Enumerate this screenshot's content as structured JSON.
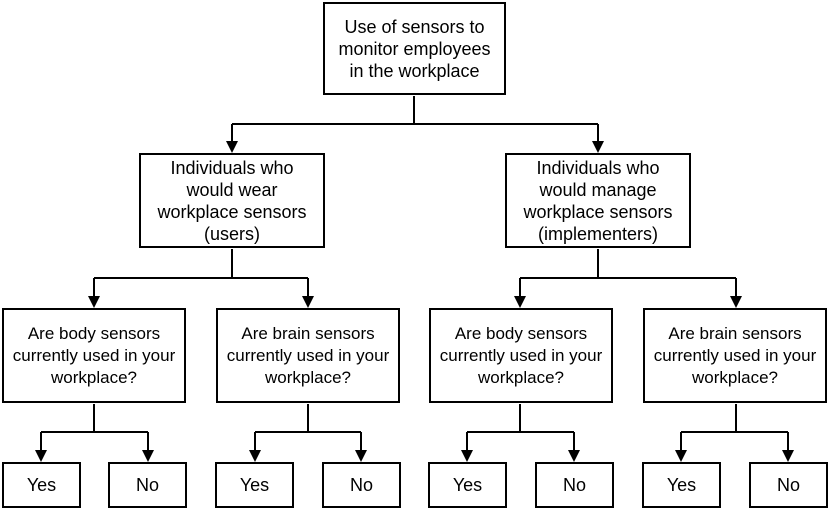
{
  "root": {
    "label": "Use of sensors to monitor employees in the workplace"
  },
  "groups": [
    {
      "label": "Individuals who would wear workplace sensors (users)",
      "questions": [
        {
          "label": "Are body sensors currently used in your workplace?",
          "answers": [
            "Yes",
            "No"
          ]
        },
        {
          "label": "Are brain sensors currently used in your workplace?",
          "answers": [
            "Yes",
            "No"
          ]
        }
      ]
    },
    {
      "label": "Individuals who would manage workplace sensors (implementers)",
      "questions": [
        {
          "label": "Are body sensors currently used in your workplace?",
          "answers": [
            "Yes",
            "No"
          ]
        },
        {
          "label": "Are brain sensors currently used in your workplace?",
          "answers": [
            "Yes",
            "No"
          ]
        }
      ]
    }
  ]
}
